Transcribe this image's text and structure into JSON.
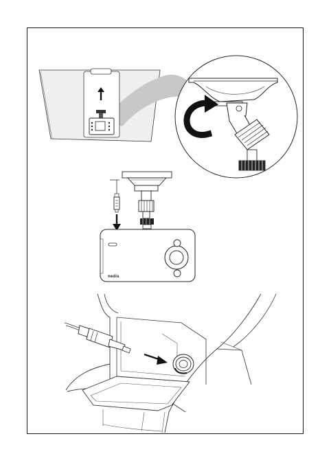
{
  "camera": {
    "brand_label": "nedis"
  },
  "icons": {
    "step1": "windshield-mount-arrow-up",
    "zoom": "suction-lock-rotate-arrow",
    "step2": "power-cable-plug-arrow-down",
    "step3": "car-socket-arrow-insert"
  }
}
